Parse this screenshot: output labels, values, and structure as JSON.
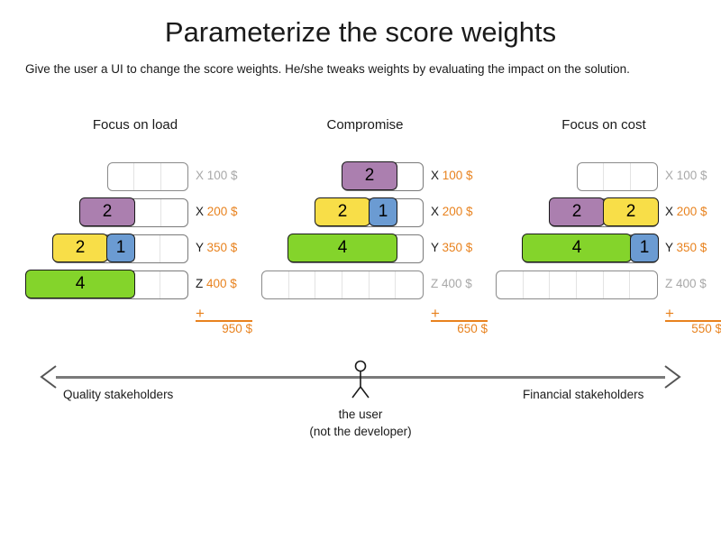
{
  "header": {
    "title": "Parameterize the score weights",
    "subtitle": "Give the user a UI to change the score weights. He/she tweaks weights by evaluating the impact on the solution."
  },
  "colors": {
    "purple": "#AB7FAF",
    "yellow": "#F8DE48",
    "blue": "#6B9BD2",
    "green": "#84D42B",
    "accent_orange": "#E8821E",
    "dim_grey": "#a8a8a8",
    "track_border": "#8a8a8a",
    "axis_grey": "#7a7a7a"
  },
  "rows_meta": [
    {
      "key": "X",
      "amount": "100 $",
      "capacity": 3
    },
    {
      "key": "X",
      "amount": "200 $",
      "capacity": 4
    },
    {
      "key": "Y",
      "amount": "350 $",
      "capacity": 5
    },
    {
      "key": "Z",
      "amount": "400 $",
      "capacity": 6
    }
  ],
  "columns": [
    {
      "header": "Focus on load",
      "rows": [
        {
          "key": "X",
          "amount": "100 $",
          "capacity": 3,
          "active": false,
          "segments": []
        },
        {
          "key": "X",
          "amount": "200 $",
          "capacity": 4,
          "active": true,
          "segments": [
            {
              "value": "2",
              "units": 2,
              "color": "#AB7FAF"
            }
          ]
        },
        {
          "key": "Y",
          "amount": "350 $",
          "capacity": 5,
          "active": true,
          "segments": [
            {
              "value": "2",
              "units": 2,
              "color": "#F8DE48"
            },
            {
              "value": "1",
              "units": 1,
              "color": "#6B9BD2"
            }
          ]
        },
        {
          "key": "Z",
          "amount": "400 $",
          "capacity": 6,
          "active": true,
          "segments": [
            {
              "value": "4",
              "units": 4,
              "color": "#84D42B"
            }
          ]
        }
      ],
      "plus": "+",
      "total": "950 $"
    },
    {
      "header": "Compromise",
      "rows": [
        {
          "key": "X",
          "amount": "100 $",
          "capacity": 3,
          "active": true,
          "segments": [
            {
              "value": "2",
              "units": 2,
              "color": "#AB7FAF"
            }
          ]
        },
        {
          "key": "X",
          "amount": "200 $",
          "capacity": 4,
          "active": true,
          "segments": [
            {
              "value": "2",
              "units": 2,
              "color": "#F8DE48"
            },
            {
              "value": "1",
              "units": 1,
              "color": "#6B9BD2"
            }
          ]
        },
        {
          "key": "Y",
          "amount": "350 $",
          "capacity": 5,
          "active": true,
          "segments": [
            {
              "value": "4",
              "units": 4,
              "color": "#84D42B"
            }
          ]
        },
        {
          "key": "Z",
          "amount": "400 $",
          "capacity": 6,
          "active": false,
          "segments": []
        }
      ],
      "plus": "+",
      "total": "650 $"
    },
    {
      "header": "Focus on cost",
      "rows": [
        {
          "key": "X",
          "amount": "100 $",
          "capacity": 3,
          "active": false,
          "segments": []
        },
        {
          "key": "X",
          "amount": "200 $",
          "capacity": 4,
          "active": true,
          "segments": [
            {
              "value": "2",
              "units": 2,
              "color": "#AB7FAF"
            },
            {
              "value": "2",
              "units": 2,
              "color": "#F8DE48"
            }
          ]
        },
        {
          "key": "Y",
          "amount": "350 $",
          "capacity": 5,
          "active": true,
          "segments": [
            {
              "value": "4",
              "units": 4,
              "color": "#84D42B"
            },
            {
              "value": "1",
              "units": 1,
              "color": "#6B9BD2"
            }
          ]
        },
        {
          "key": "Z",
          "amount": "400 $",
          "capacity": 6,
          "active": false,
          "segments": []
        }
      ],
      "plus": "+",
      "total": "550 $"
    }
  ],
  "axis": {
    "left_label": "Quality stakeholders",
    "right_label": "Financial stakeholders",
    "figure_caption_line1": "the user",
    "figure_caption_line2": "(not the developer)"
  }
}
